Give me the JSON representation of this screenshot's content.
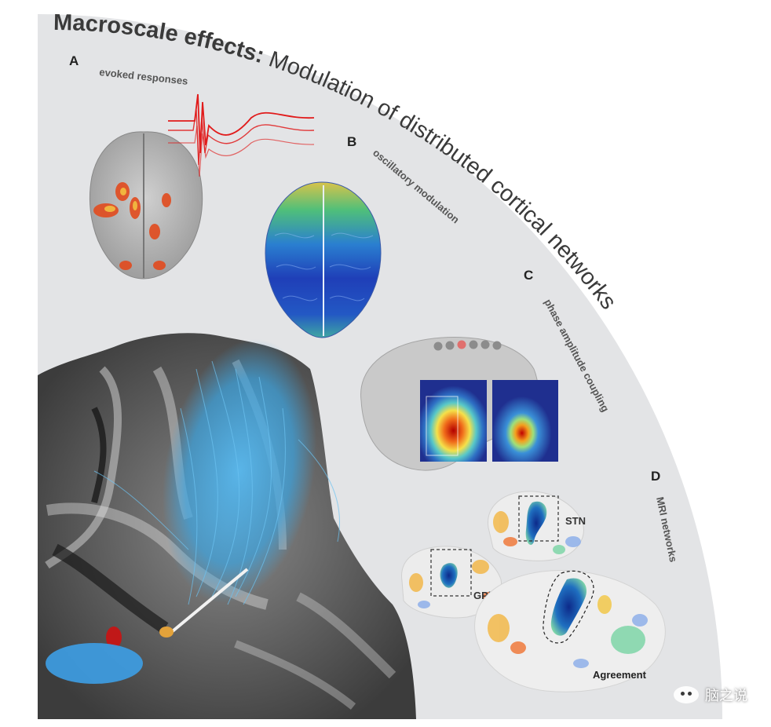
{
  "figure": {
    "title_bold": "Macroscale effects:",
    "title_rest": "Modulation of distributed cortical networks"
  },
  "panels": {
    "a": {
      "letter": "A",
      "label": "evoked responses"
    },
    "b": {
      "letter": "B",
      "label": "oscillatory modulation"
    },
    "c": {
      "letter": "C",
      "label": "phase amplitude coupling"
    },
    "d": {
      "letter": "D",
      "label": "MRI networks",
      "labels": {
        "stn": "STN",
        "gpi": "GPi",
        "agreement": "Agreement"
      }
    }
  },
  "watermark": {
    "text": "脑之说",
    "icon": "wechat-icon"
  },
  "colors": {
    "background_quadrant": "#e3e4e6",
    "tracts": "#3aa3e0",
    "evoked": "#e11b1b",
    "heat_high": "#d7191c",
    "heat_low": "#2b3e99"
  }
}
